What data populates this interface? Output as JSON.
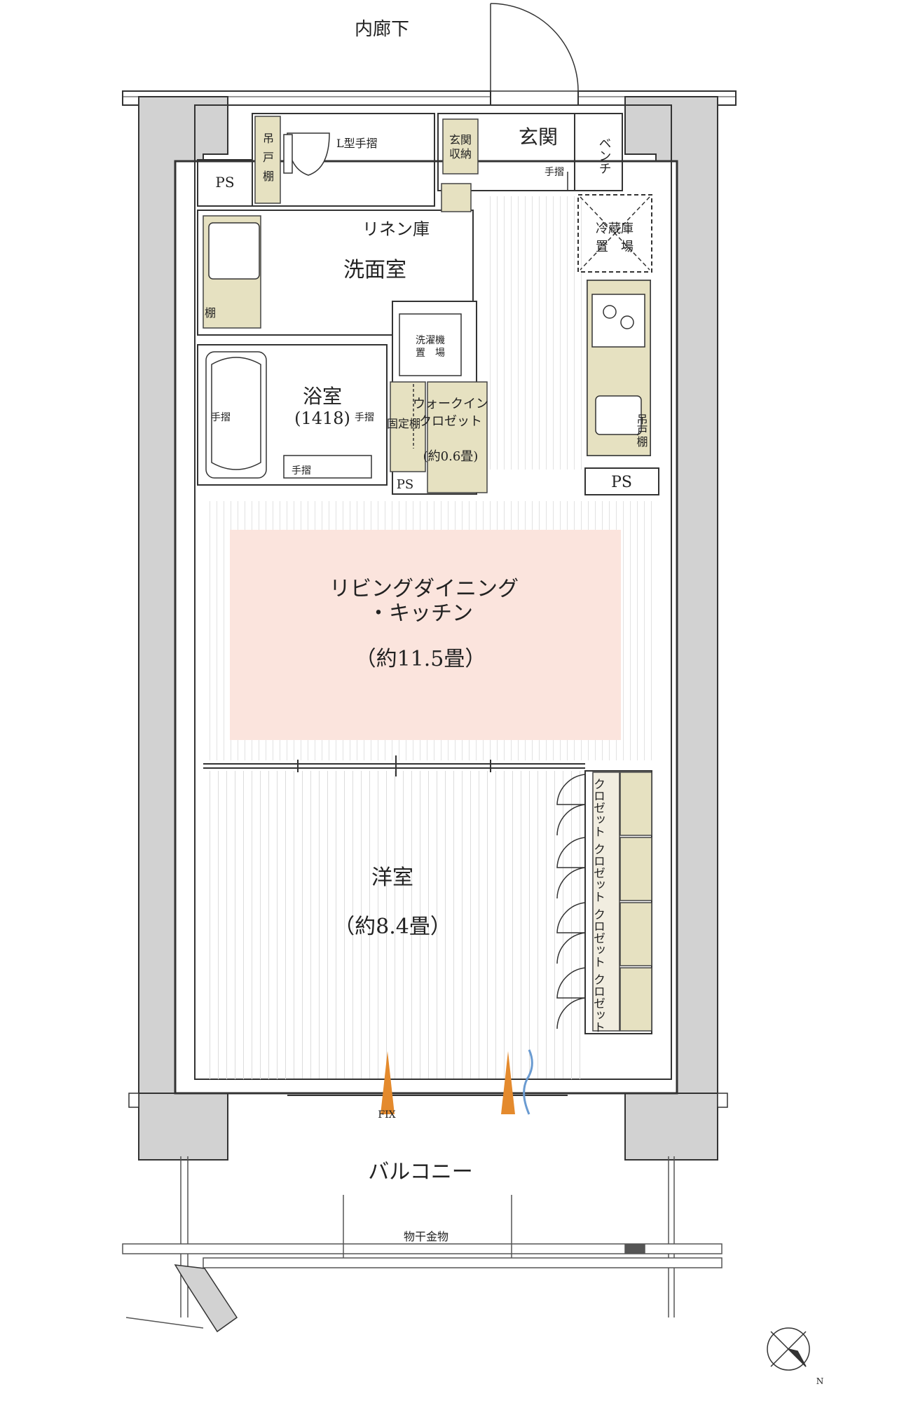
{
  "labels": {
    "corridor": "内廊下",
    "entrance": "玄関",
    "entrance_storage_1": "玄関",
    "entrance_storage_2": "収納",
    "bench": "ベンチ",
    "handrail_entrance": "手摺",
    "ps_top_left": "PS",
    "toilet_shelf_1": "吊",
    "toilet_shelf_2": "戸",
    "toilet_shelf_3": "棚",
    "toilet_handrail": "L型手摺",
    "linen": "リネン庫",
    "fridge_1": "冷蔵庫",
    "fridge_2": "置　場",
    "washroom": "洗面室",
    "shelf_washroom": "棚",
    "washer_1": "洗濯機",
    "washer_2": "置　場",
    "bath_1": "浴室",
    "bath_2": "(1418)",
    "bath_handrail_left": "手摺",
    "bath_handrail_right": "手摺",
    "bath_handrail_bottom": "手摺",
    "fixed_shelf": "固定棚",
    "wic_1": "ウォークイン",
    "wic_2": "クロゼット",
    "wic_3": "(約0.6畳)",
    "ps_mid": "PS",
    "ps_right": "PS",
    "kitchen_shelf": "吊戸棚",
    "ldk_1": "リビングダイニング",
    "ldk_2": "・キッチン",
    "ldk_3": "（約11.5畳）",
    "western_1": "洋室",
    "western_2": "（約8.4畳）",
    "closet_1": "クロゼット",
    "closet_2": "クロゼット",
    "closet_3": "クロゼット",
    "closet_4": "クロゼット",
    "fix": "FIX",
    "balcony": "バルコニー",
    "drying": "物干金物",
    "north": "N"
  },
  "colors": {
    "wall": "#d2d2d2",
    "wall_stroke": "#3a3a3a",
    "storage": "#e6e1c1",
    "ldk_highlight": "#fbe4dd",
    "arrow_orange": "#e48a2d",
    "arrow_blue": "#6a9bd1"
  }
}
